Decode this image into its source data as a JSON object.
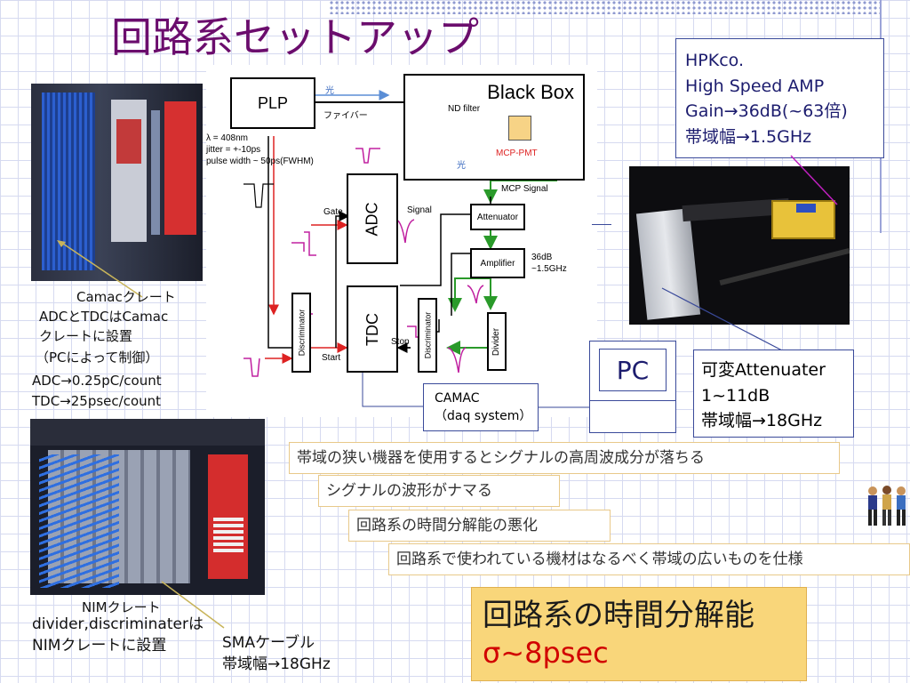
{
  "title": "回路系セットアップ",
  "diagram": {
    "plp": "PLP",
    "light_top": "光",
    "fiber": "ファイバー",
    "black_box": "Black Box",
    "nd_filter": "ND filter",
    "light_inner": "光",
    "mcp_pmt": "MCP-PMT",
    "specs": [
      "λ = 408nm",
      "jitter = +-10ps",
      "pulse width ~ 50ps(FWHM)"
    ],
    "mcp_signal": "MCP Signal",
    "gate": "Gate",
    "signal": "Signal",
    "adc": "ADC",
    "attenuator": "Attenuator",
    "amplifier": "Amplifier",
    "amp_spec": [
      "36dB",
      "~1.5GHz"
    ],
    "discriminator": "Discriminator",
    "tdc": "TDC",
    "start": "Start",
    "stop": "Stop",
    "divider": "Divider"
  },
  "camac_box": {
    "line1": "CAMAC",
    "line2": "（daq system）"
  },
  "pc_label": "PC",
  "hpk": {
    "l1": "HPKco.",
    "l2": "High Speed AMP",
    "l3": "Gain→36dB(~63倍)",
    "l4": "帯域幅→1.5GHz"
  },
  "attenuater": {
    "l1": "可変Attenuater",
    "l2": "1~11dB",
    "l3": "帯域幅→18GHz"
  },
  "camac_crate": {
    "l1": "Camacクレート",
    "l2": "ADCとTDCはCamac",
    "l3": "クレートに設置",
    "l4": "（PCによって制御）",
    "l5": "ADC→0.25pC/count",
    "l6": "TDC→25psec/count"
  },
  "nim": {
    "l1": "NIMクレート",
    "l2": "divider,discriminaterは",
    "l3": "NIMクレートに設置"
  },
  "sma": {
    "l1": "SMAケーブル",
    "l2": "帯域幅→18GHz"
  },
  "notes": [
    "帯域の狭い機器を使用するとシグナルの高周波成分が落ちる",
    "シグナルの波形がナマる",
    "回路系の時間分解能の悪化",
    "回路系で使われている機材はなるべく帯域の広いものを仕様"
  ],
  "result": {
    "l1": "回路系の時間分解能",
    "l2": "σ~8psec"
  },
  "colors": {
    "title": "#6b0d6d",
    "result_bg": "#f9d67a",
    "result_text2": "#d10000"
  }
}
